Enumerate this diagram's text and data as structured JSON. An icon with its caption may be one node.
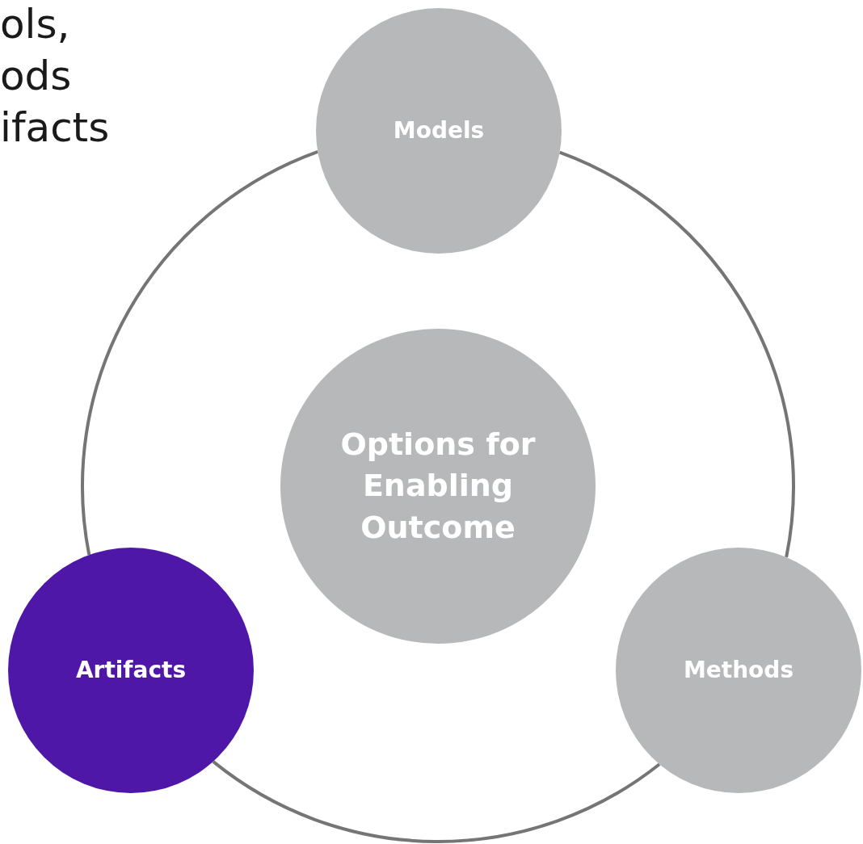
{
  "diagram": {
    "nodes": [
      {
        "text": [
          "Models"
        ]
      },
      {
        "text": [
          "Options for Enabling Outcome"
        ]
      },
      {
        "text": [
          "Artifacts"
        ]
      },
      {
        "text": [
          "Methods"
        ]
      }
    ],
    "edges": [
      {
        "from": 0,
        "to": 3,
        "arrow": "none"
      },
      {
        "from": 3,
        "to": 2,
        "arrow": "none"
      },
      {
        "from": 2,
        "to": 0,
        "arrow": "none"
      }
    ],
    "labels": [
      "ols,",
      "ods",
      "ifacts"
    ]
  }
}
